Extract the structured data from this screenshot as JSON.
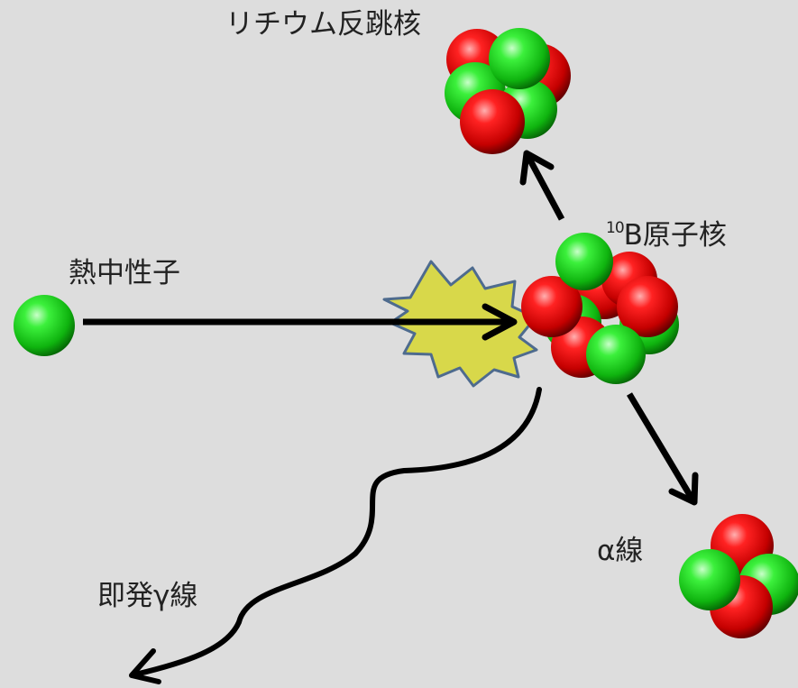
{
  "labels": {
    "lithium_recoil": "リチウム反跳核",
    "boron_mass_number": "10",
    "boron_nucleus": "B原子核",
    "thermal_neutron": "熱中性子",
    "alpha_ray": "α線",
    "prompt_gamma": "即発γ線"
  },
  "colors": {
    "background": "#dddddd",
    "proton": "#ff0000",
    "neutron": "#00d400",
    "flash_fill": "#d8d84a",
    "flash_stroke": "#4e6b8e",
    "arrow": "#000000"
  }
}
